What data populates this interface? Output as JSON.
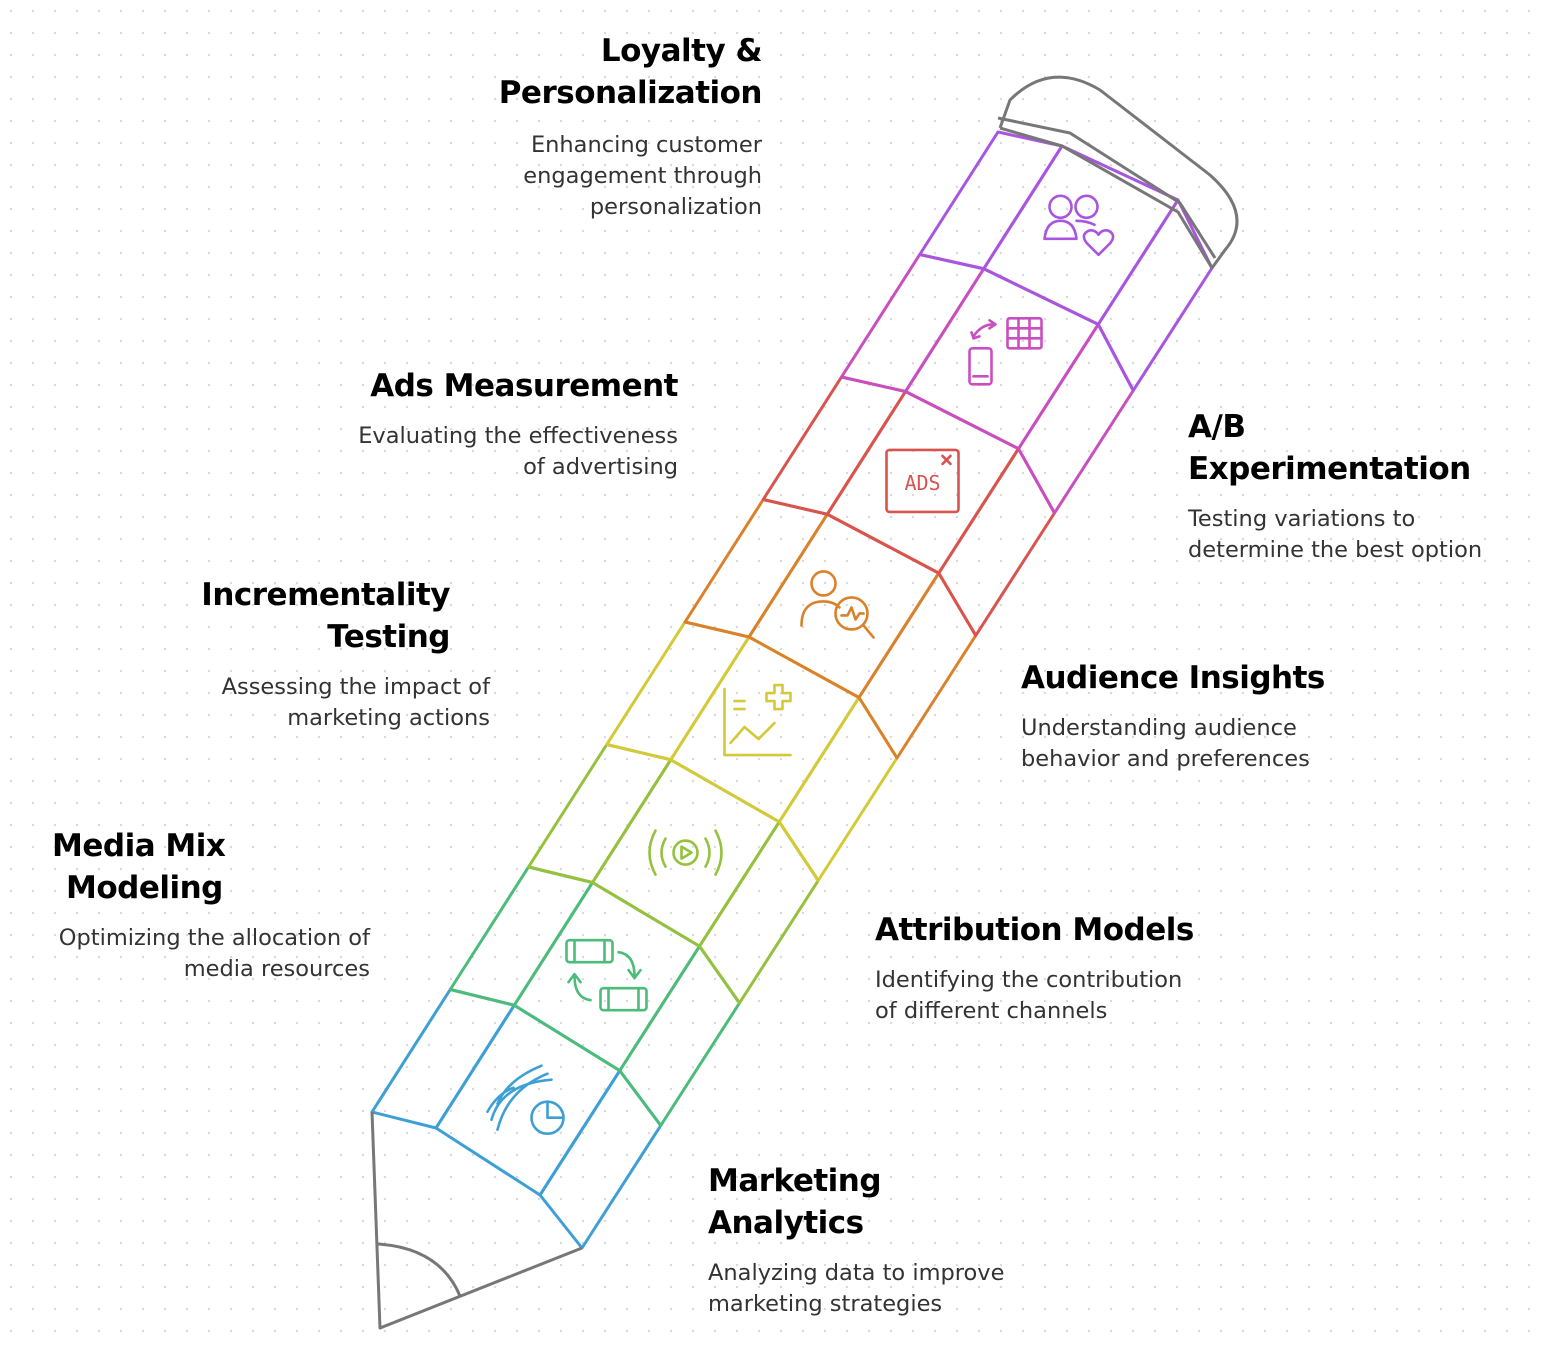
{
  "colors": {
    "purple": "#A855E0",
    "magenta": "#C94FC0",
    "red": "#D9534F",
    "orange": "#D9822B",
    "yellow": "#D4C936",
    "lime": "#95C13D",
    "green": "#4CBC7A",
    "blue": "#3E9FD6",
    "outline": "#777777",
    "text": "#333333"
  },
  "stages": [
    {
      "id": "loyalty",
      "title": "Loyalty & Personalization",
      "title_lines": [
        "Loyalty &",
        "Personalization"
      ],
      "description_lines": [
        "Enhancing customer",
        "engagement through",
        "personalization"
      ],
      "icon": "people-heart-icon",
      "color": "#A855E0"
    },
    {
      "id": "ab",
      "title": "A/B Experimentation",
      "title_lines": [
        "A/B Experimentation"
      ],
      "description_lines": [
        "Testing variations to",
        "determine the best option"
      ],
      "icon": "device-swap-table-icon",
      "color": "#C94FC0"
    },
    {
      "id": "ads",
      "title": "Ads Measurement",
      "title_lines": [
        "Ads Measurement"
      ],
      "description_lines": [
        "Evaluating the effectiveness",
        "of advertising"
      ],
      "icon": "ads-icon",
      "color": "#D9534F",
      "icon_text": "ADS"
    },
    {
      "id": "audience",
      "title": "Audience Insights",
      "title_lines": [
        "Audience Insights"
      ],
      "description_lines": [
        "Understanding audience",
        "behavior and preferences"
      ],
      "icon": "person-analysis-icon",
      "color": "#D9822B"
    },
    {
      "id": "incrementality",
      "title": "Incrementality Testing",
      "title_lines": [
        "Incrementality",
        "Testing"
      ],
      "description_lines": [
        "Assessing the impact of",
        "marketing actions"
      ],
      "icon": "chart-plus-icon",
      "color": "#D4C936"
    },
    {
      "id": "attribution",
      "title": "Attribution Models",
      "title_lines": [
        "Attribution Models"
      ],
      "description_lines": [
        "Identifying the contribution",
        "of different channels"
      ],
      "icon": "broadcast-play-icon",
      "color": "#95C13D"
    },
    {
      "id": "mediamix",
      "title": "Media Mix Modeling",
      "title_lines": [
        "Media Mix",
        "Modeling"
      ],
      "description_lines": [
        "Optimizing the allocation of",
        "media resources"
      ],
      "icon": "film-exchange-icon",
      "color": "#4CBC7A"
    },
    {
      "id": "analytics",
      "title": "Marketing Analytics",
      "title_lines": [
        "Marketing",
        "Analytics"
      ],
      "description_lines": [
        "Analyzing data to improve",
        "marketing strategies"
      ],
      "icon": "wind-pie-icon",
      "color": "#3E9FD6"
    }
  ]
}
